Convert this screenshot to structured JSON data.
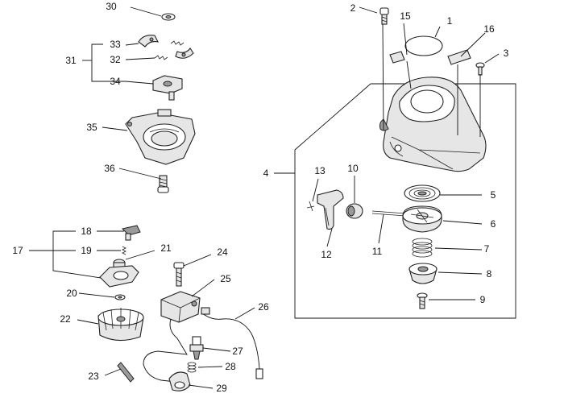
{
  "diagram": {
    "callouts": {
      "c1": "1",
      "c2": "2",
      "c3": "3",
      "c4": "4",
      "c5": "5",
      "c6": "6",
      "c7": "7",
      "c8": "8",
      "c9": "9",
      "c10": "10",
      "c11": "11",
      "c12": "12",
      "c13": "13",
      "c15": "15",
      "c16": "16",
      "c17": "17",
      "c18": "18",
      "c19": "19",
      "c20": "20",
      "c21": "21",
      "c22": "22",
      "c23": "23",
      "c24": "24",
      "c25": "25",
      "c26": "26",
      "c27": "27",
      "c28": "28",
      "c29": "29",
      "c30": "30",
      "c31": "31",
      "c32": "32",
      "c33": "33",
      "c34": "34",
      "c35": "35",
      "c36": "36"
    }
  }
}
